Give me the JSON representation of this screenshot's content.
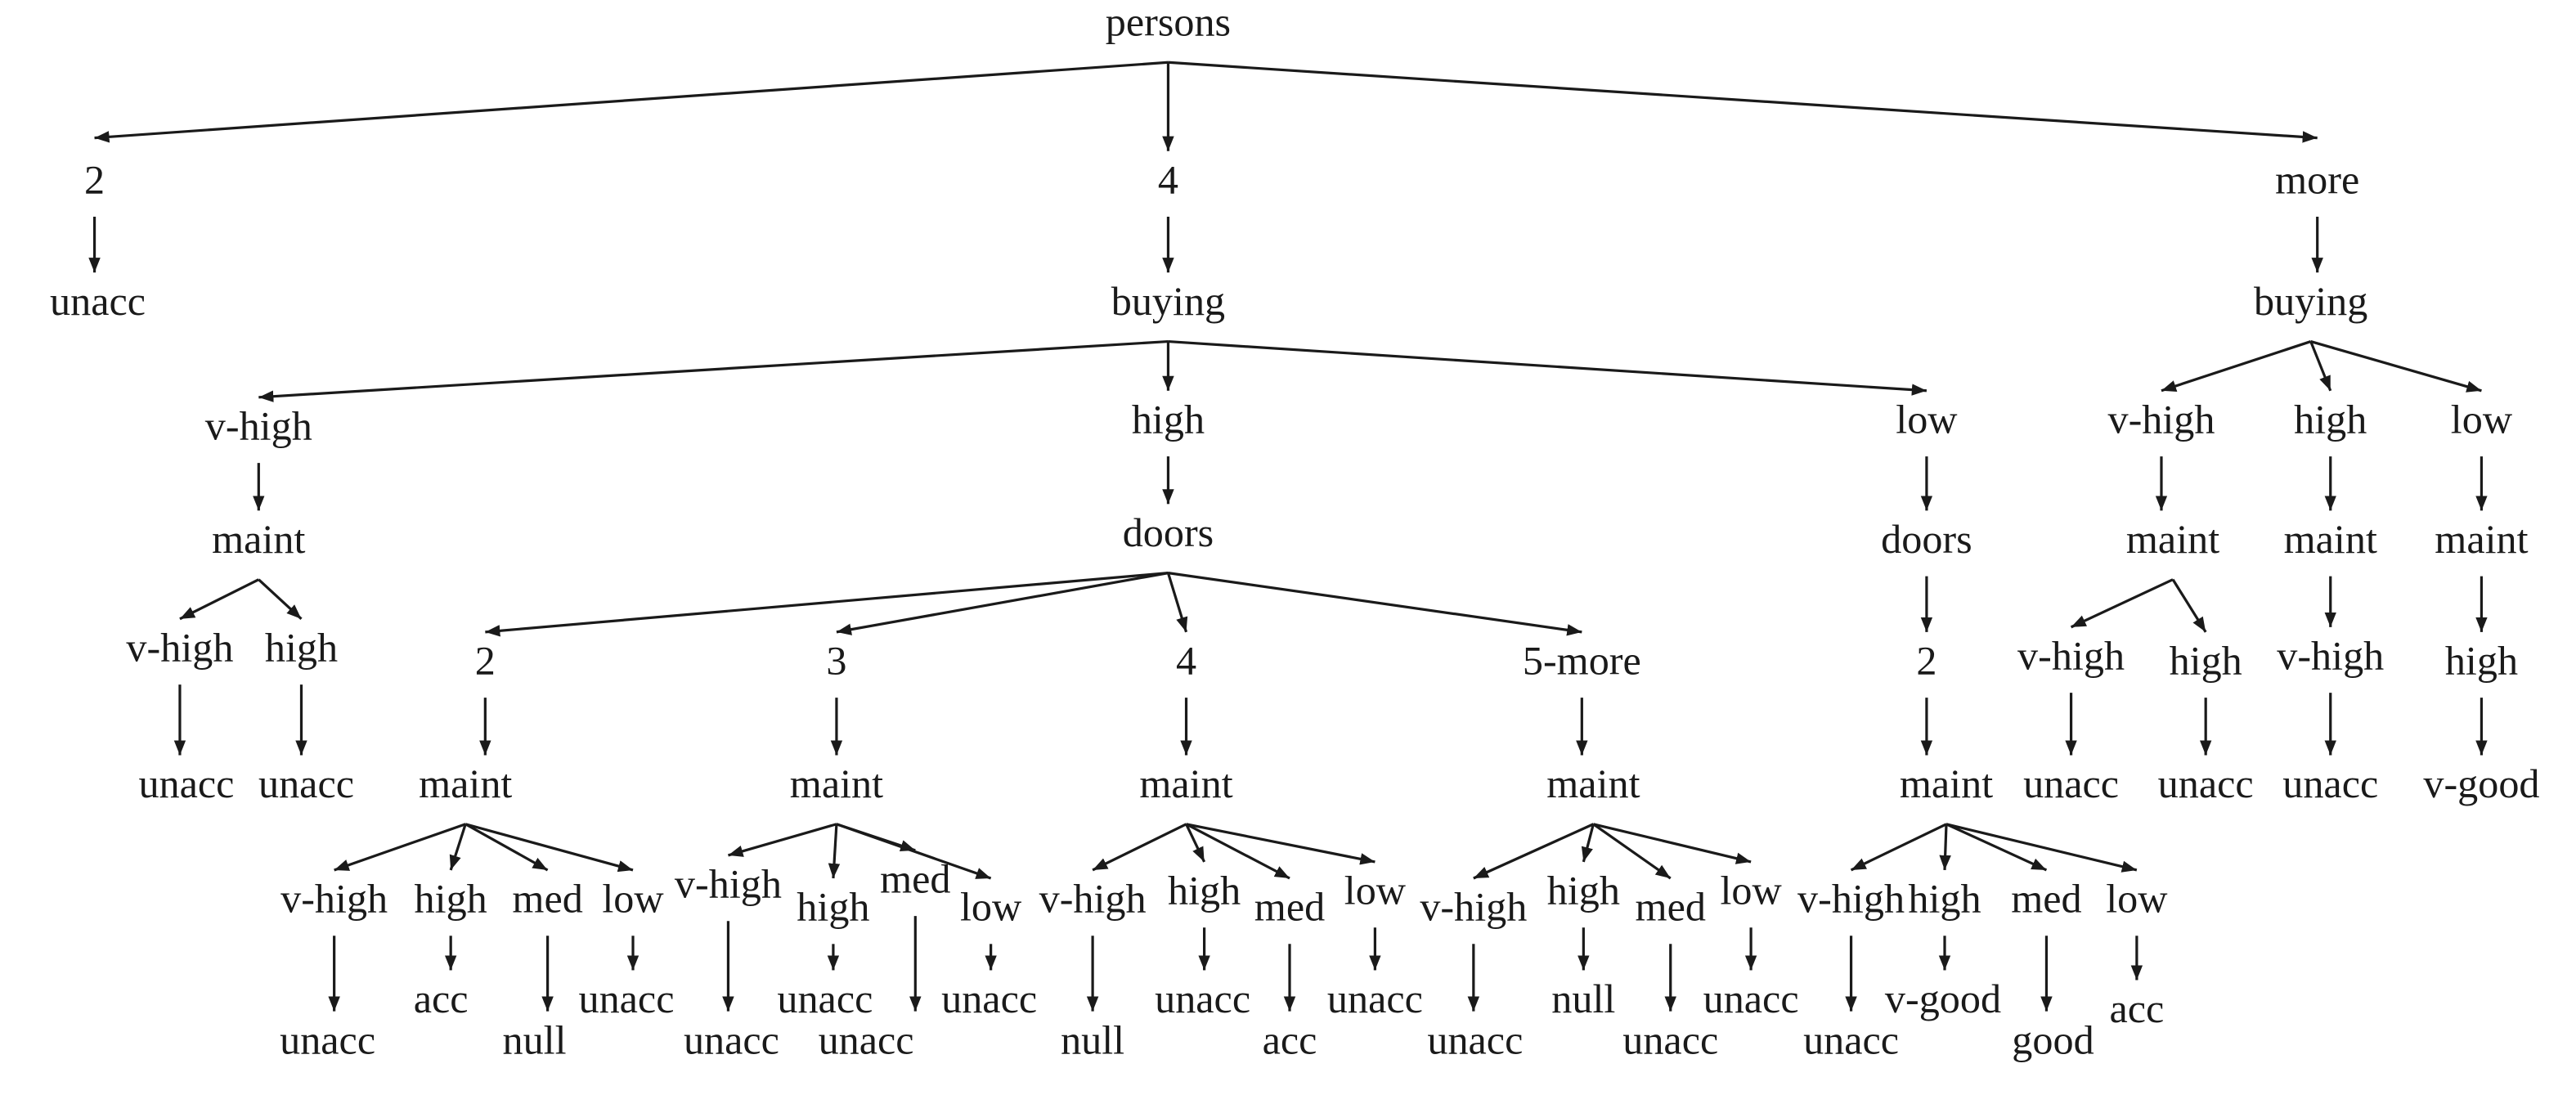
{
  "diagram": {
    "type": "decision-tree",
    "nodes": [
      {
        "label": "persons",
        "parent": null
      },
      {
        "label": "2",
        "parent": 0
      },
      {
        "label": "4",
        "parent": 0
      },
      {
        "label": "more",
        "parent": 0
      },
      {
        "label": "unacc",
        "parent": 1
      },
      {
        "label": "buying",
        "parent": 2
      },
      {
        "label": "buying",
        "parent": 3
      },
      {
        "label": "v-high",
        "parent": 5
      },
      {
        "label": "high",
        "parent": 5
      },
      {
        "label": "low",
        "parent": 5
      },
      {
        "label": "maint",
        "parent": 7
      },
      {
        "label": "doors",
        "parent": 8
      },
      {
        "label": "doors",
        "parent": 9
      },
      {
        "label": "v-high",
        "parent": 10
      },
      {
        "label": "high",
        "parent": 10
      },
      {
        "label": "unacc",
        "parent": 13
      },
      {
        "label": "unacc",
        "parent": 14
      },
      {
        "label": "2",
        "parent": 11
      },
      {
        "label": "3",
        "parent": 11
      },
      {
        "label": "4",
        "parent": 11
      },
      {
        "label": "5-more",
        "parent": 11
      },
      {
        "label": "maint",
        "parent": 17
      },
      {
        "label": "maint",
        "parent": 18
      },
      {
        "label": "maint",
        "parent": 19
      },
      {
        "label": "maint",
        "parent": 20
      },
      {
        "label": "2",
        "parent": 12
      },
      {
        "label": "maint",
        "parent": 25
      },
      {
        "label": "v-high",
        "parent": 21
      },
      {
        "label": "high",
        "parent": 21
      },
      {
        "label": "med",
        "parent": 21
      },
      {
        "label": "low",
        "parent": 21
      },
      {
        "label": "unacc",
        "parent": 27
      },
      {
        "label": "acc",
        "parent": 28
      },
      {
        "label": "null",
        "parent": 29
      },
      {
        "label": "unacc",
        "parent": 30
      },
      {
        "label": "v-high",
        "parent": 22
      },
      {
        "label": "high",
        "parent": 22
      },
      {
        "label": "med",
        "parent": 22
      },
      {
        "label": "low",
        "parent": 22
      },
      {
        "label": "unacc",
        "parent": 35
      },
      {
        "label": "unacc",
        "parent": 36
      },
      {
        "label": "unacc",
        "parent": 37
      },
      {
        "label": "unacc",
        "parent": 38
      },
      {
        "label": "v-high",
        "parent": 23
      },
      {
        "label": "high",
        "parent": 23
      },
      {
        "label": "med",
        "parent": 23
      },
      {
        "label": "low",
        "parent": 23
      },
      {
        "label": "null",
        "parent": 43
      },
      {
        "label": "unacc",
        "parent": 44
      },
      {
        "label": "acc",
        "parent": 45
      },
      {
        "label": "unacc",
        "parent": 46
      },
      {
        "label": "v-high",
        "parent": 24
      },
      {
        "label": "high",
        "parent": 24
      },
      {
        "label": "med",
        "parent": 24
      },
      {
        "label": "low",
        "parent": 24
      },
      {
        "label": "unacc",
        "parent": 51
      },
      {
        "label": "null",
        "parent": 52
      },
      {
        "label": "unacc",
        "parent": 53
      },
      {
        "label": "unacc",
        "parent": 54
      },
      {
        "label": "v-high",
        "parent": 26
      },
      {
        "label": "high",
        "parent": 26
      },
      {
        "label": "med",
        "parent": 26
      },
      {
        "label": "low",
        "parent": 26
      },
      {
        "label": "unacc",
        "parent": 59
      },
      {
        "label": "v-good",
        "parent": 60
      },
      {
        "label": "good",
        "parent": 61
      },
      {
        "label": "acc",
        "parent": 62
      },
      {
        "label": "v-high",
        "parent": 6
      },
      {
        "label": "high",
        "parent": 6
      },
      {
        "label": "low",
        "parent": 6
      },
      {
        "label": "maint",
        "parent": 67
      },
      {
        "label": "maint",
        "parent": 68
      },
      {
        "label": "maint",
        "parent": 69
      },
      {
        "label": "v-high",
        "parent": 70
      },
      {
        "label": "high",
        "parent": 70
      },
      {
        "label": "unacc",
        "parent": 73
      },
      {
        "label": "unacc",
        "parent": 74
      },
      {
        "label": "v-high",
        "parent": 71
      },
      {
        "label": "unacc",
        "parent": 77
      },
      {
        "label": "high",
        "parent": 72
      },
      {
        "label": "v-good",
        "parent": 79
      }
    ]
  }
}
